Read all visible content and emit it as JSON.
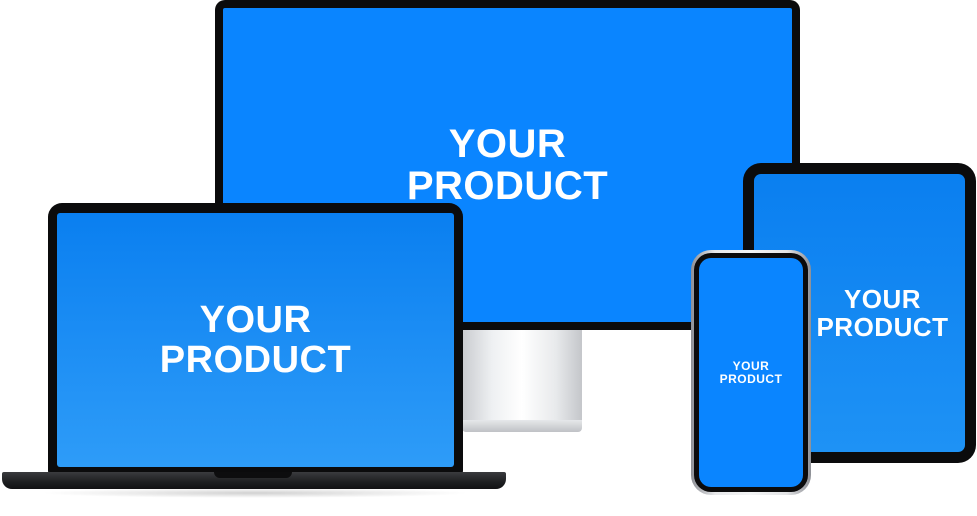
{
  "devices": {
    "monitor": {
      "line1": "YOUR",
      "line2": "PRODUCT"
    },
    "tablet": {
      "line1": "YOUR",
      "line2": "PRODUCT"
    },
    "laptop": {
      "line1": "YOUR",
      "line2": "PRODUCT"
    },
    "phone": {
      "line1": "YOUR",
      "line2": "PRODUCT"
    }
  },
  "colors": {
    "screen_blue": "#0a85ff",
    "bezel": "#0b0b0c",
    "stand_silver": "#e6e8ea"
  }
}
